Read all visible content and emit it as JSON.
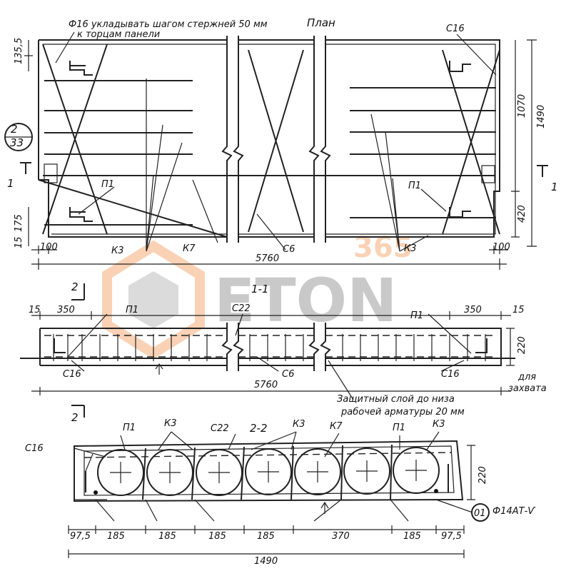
{
  "watermark": {
    "text": "ETON",
    "number": "365"
  },
  "labels": {
    "note_line1": "Ф16 укладывать шагом стержней 50 мм",
    "note_line2": "к торцам панели",
    "plan_title": "План",
    "s16": "С16",
    "s6": "С6",
    "s22": "С22",
    "p1": "П1",
    "k3": "К3",
    "k7": "К7",
    "detail_ref_top": "2",
    "detail_ref_bottom": "33",
    "section_1": "1",
    "section_2": "2",
    "section_1_1_title": "1-1",
    "section_2_2_title": "2-2",
    "for_lifting_1": "для",
    "for_lifting_2": "захвата",
    "cover_note_1": "Защитный слой до низа",
    "cover_note_2": "рабочей арматуры 20 мм",
    "detail_01": "01",
    "lifting_bar": "Ф14АТ-Ѵ"
  },
  "dimensions": {
    "length": "5760",
    "width": "1490",
    "edge_100": "100",
    "dim_1070": "1070",
    "dim_420": "420",
    "dim_left_top": "135,5",
    "dim_left_bottom": "175",
    "dim_15": "15",
    "dim_350": "350",
    "dim_220": "220",
    "dim_975": "97,5",
    "dim_185": "185",
    "dim_370": "370"
  }
}
